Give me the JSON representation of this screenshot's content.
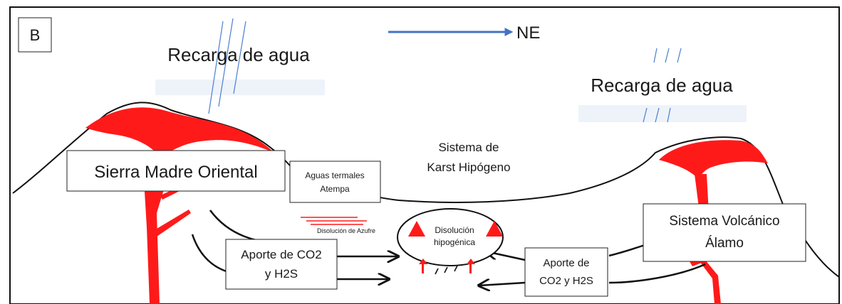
{
  "panel_label": "B",
  "direction_label": "NE",
  "recharge_left": "Recarga de agua",
  "recharge_right": "Recarga de agua",
  "karst_system": [
    "Sistema de",
    "Karst Hipógeno"
  ],
  "sierra_label": "Sierra Madre Oriental",
  "thermal_waters": [
    "Aguas termales",
    "Atempa"
  ],
  "sulfur_dissolution": "Disolución de Azufre",
  "hypogenic_dissolution": [
    "Disolución",
    "hipogénica"
  ],
  "volcanic_system": [
    "Sistema Volcánico",
    "Álamo"
  ],
  "co2_left": [
    "Aporte de CO2",
    "y H2S"
  ],
  "co2_right": [
    "Aporte de",
    "CO2 y H2S"
  ],
  "colors": {
    "magma": "#ff1a1a",
    "arrow_blue": "#4472c4",
    "rain_blue": "#4a7fd0",
    "line": "#111111"
  }
}
